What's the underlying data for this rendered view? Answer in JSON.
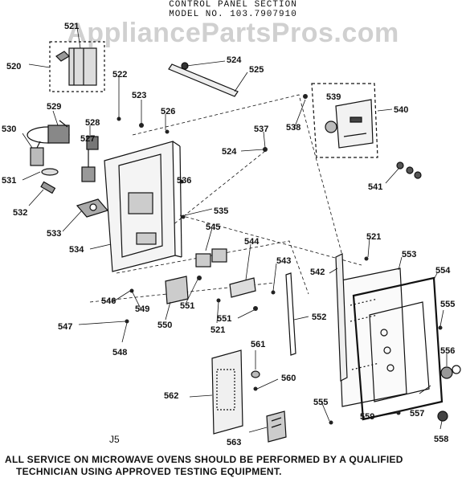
{
  "header": {
    "title": "CONTROL PANEL SECTION",
    "model": "MODEL NO. 103.7907910"
  },
  "watermark": "AppliancePartsPros.com",
  "figure_code": "J5",
  "footer": {
    "line1": "ALL SERVICE ON MICROWAVE OVENS SHOULD BE PERFORMED BY A QUALIFIED",
    "line2": "TECHNICIAN USING APPROVED TESTING EQUIPMENT."
  },
  "parts": [
    {
      "id": "p520",
      "label": "520"
    },
    {
      "id": "p521a",
      "label": "521"
    },
    {
      "id": "p521b",
      "label": "521"
    },
    {
      "id": "p521c",
      "label": "521"
    },
    {
      "id": "p522",
      "label": "522"
    },
    {
      "id": "p523",
      "label": "523"
    },
    {
      "id": "p524a",
      "label": "524"
    },
    {
      "id": "p524b",
      "label": "524"
    },
    {
      "id": "p525",
      "label": "525"
    },
    {
      "id": "p526",
      "label": "526"
    },
    {
      "id": "p527",
      "label": "527"
    },
    {
      "id": "p528",
      "label": "528"
    },
    {
      "id": "p529",
      "label": "529"
    },
    {
      "id": "p530",
      "label": "530"
    },
    {
      "id": "p531",
      "label": "531"
    },
    {
      "id": "p532",
      "label": "532"
    },
    {
      "id": "p533",
      "label": "533"
    },
    {
      "id": "p534",
      "label": "534"
    },
    {
      "id": "p535",
      "label": "535"
    },
    {
      "id": "p536",
      "label": "536"
    },
    {
      "id": "p537",
      "label": "537"
    },
    {
      "id": "p538",
      "label": "538"
    },
    {
      "id": "p539",
      "label": "539"
    },
    {
      "id": "p540",
      "label": "540"
    },
    {
      "id": "p541",
      "label": "541"
    },
    {
      "id": "p542",
      "label": "542"
    },
    {
      "id": "p543",
      "label": "543"
    },
    {
      "id": "p544",
      "label": "544"
    },
    {
      "id": "p545",
      "label": "545"
    },
    {
      "id": "p546",
      "label": "546"
    },
    {
      "id": "p547",
      "label": "547"
    },
    {
      "id": "p548",
      "label": "548"
    },
    {
      "id": "p549",
      "label": "549"
    },
    {
      "id": "p550",
      "label": "550"
    },
    {
      "id": "p551a",
      "label": "551"
    },
    {
      "id": "p551b",
      "label": "551"
    },
    {
      "id": "p552",
      "label": "552"
    },
    {
      "id": "p553",
      "label": "553"
    },
    {
      "id": "p554",
      "label": "554"
    },
    {
      "id": "p555a",
      "label": "555"
    },
    {
      "id": "p555b",
      "label": "555"
    },
    {
      "id": "p556",
      "label": "556"
    },
    {
      "id": "p557",
      "label": "557"
    },
    {
      "id": "p558",
      "label": "558"
    },
    {
      "id": "p559",
      "label": "559"
    },
    {
      "id": "p560",
      "label": "560"
    },
    {
      "id": "p561",
      "label": "561"
    },
    {
      "id": "p562",
      "label": "562"
    },
    {
      "id": "p563",
      "label": "563"
    }
  ]
}
